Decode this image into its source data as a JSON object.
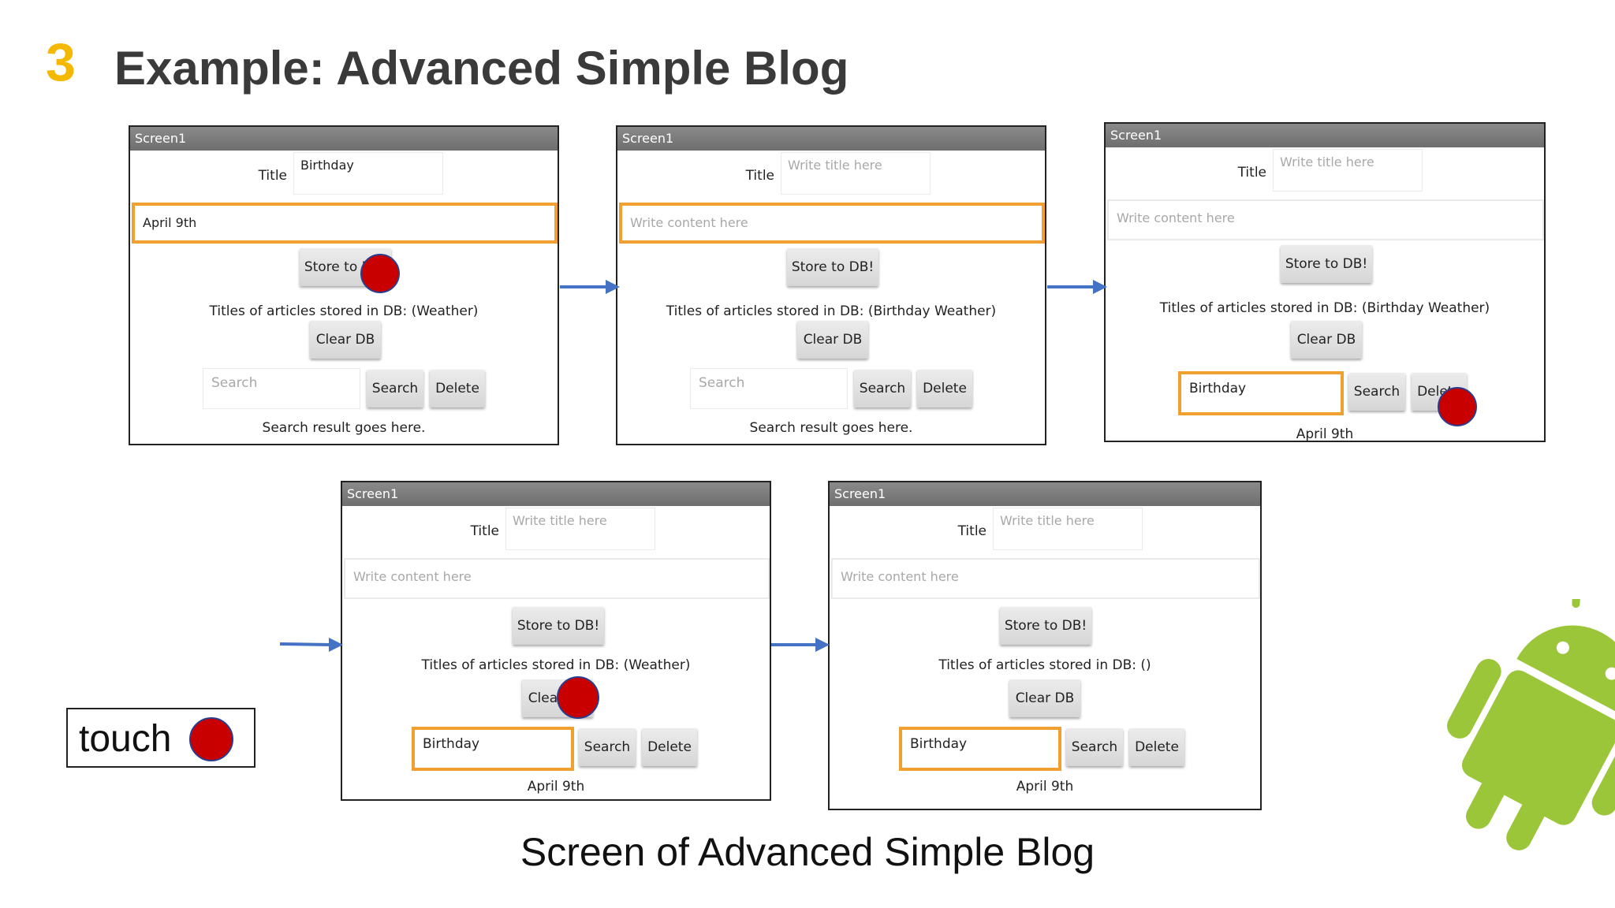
{
  "slide": {
    "number": "3",
    "title": "Example: Advanced Simple Blog",
    "caption": "Screen of Advanced Simple Blog"
  },
  "legend": {
    "label": "touch"
  },
  "colors": {
    "accent": "#f5b800",
    "touch_dot": "#c80000",
    "arrow": "#4472c4",
    "focus_border": "#f0a030"
  },
  "screens": [
    {
      "bar": "Screen1",
      "title_label": "Title",
      "title_value": "Birthday",
      "content_value": "April 9th",
      "content_placeholder": false,
      "store_label": "Store to DB!",
      "list_text": "Titles of articles stored in DB: (Weather)",
      "clear_label": "Clear DB",
      "search_value": "Search",
      "search_label": "Search",
      "delete_label": "Delete",
      "result_text": "Search result goes here."
    },
    {
      "bar": "Screen1",
      "title_label": "Title",
      "title_value": "Write title here",
      "content_value": "Write content here",
      "store_label": "Store to DB!",
      "list_text": "Titles of articles stored in DB: (Birthday Weather)",
      "clear_label": "Clear DB",
      "search_value": "Search",
      "search_label": "Search",
      "delete_label": "Delete",
      "result_text": "Search result goes here."
    },
    {
      "bar": "Screen1",
      "title_label": "Title",
      "title_value": "Write title here",
      "content_value": "Write content here",
      "store_label": "Store to DB!",
      "list_text": "Titles of articles stored in DB: (Birthday Weather)",
      "clear_label": "Clear DB",
      "search_value": "Birthday",
      "search_label": "Search",
      "delete_label": "Delete",
      "result_text": "April 9th"
    },
    {
      "bar": "Screen1",
      "title_label": "Title",
      "title_value": "Write title here",
      "content_value": "Write content here",
      "store_label": "Store to DB!",
      "list_text": "Titles of articles stored in DB: (Weather)",
      "clear_label": "Clear DB",
      "search_value": "Birthday",
      "search_label": "Search",
      "delete_label": "Delete",
      "result_text": "April 9th"
    },
    {
      "bar": "Screen1",
      "title_label": "Title",
      "title_value": "Write title here",
      "content_value": "Write content here",
      "store_label": "Store to DB!",
      "list_text": "Titles of articles stored in DB: ()",
      "clear_label": "Clear DB",
      "search_value": "Birthday",
      "search_label": "Search",
      "delete_label": "Delete",
      "result_text": "April 9th"
    }
  ]
}
